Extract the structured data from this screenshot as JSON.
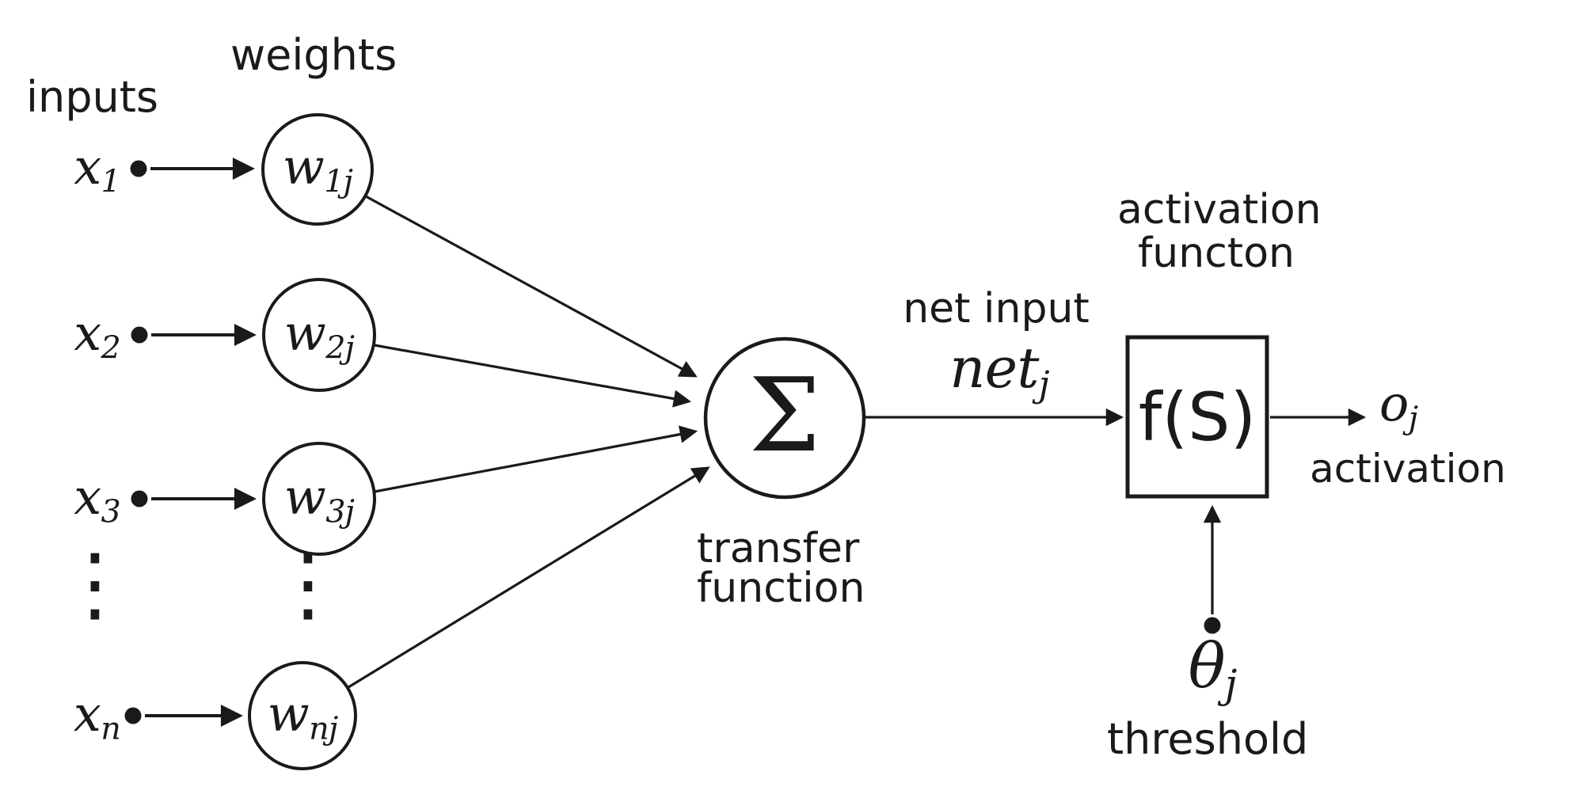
{
  "diagram": {
    "colors": {
      "ink": "#1a1a1a",
      "background": "#ffffff"
    },
    "captions": {
      "weights": "weights",
      "inputs": "inputs",
      "transfer_line1": "transfer",
      "transfer_line2": "function",
      "net_input": "net input",
      "activation_fn_line1": "activation",
      "activation_fn_line2": "functon",
      "output_activation": "activation",
      "threshold": "threshold"
    },
    "input_nodes": [
      {
        "base": "x",
        "sub": "1"
      },
      {
        "base": "x",
        "sub": "2"
      },
      {
        "base": "x",
        "sub": "3"
      },
      {
        "base": "x",
        "sub": "n"
      }
    ],
    "weight_nodes": [
      {
        "base": "w",
        "sub": "1j"
      },
      {
        "base": "w",
        "sub": "2j"
      },
      {
        "base": "w",
        "sub": "3j"
      },
      {
        "base": "w",
        "sub": "nj"
      }
    ],
    "ellipsis": "⋮",
    "summation_symbol": "Σ",
    "net_input_math": {
      "base": "net",
      "sub": "j"
    },
    "activation_box_label": "f(S)",
    "output_math": {
      "base": "o",
      "sub": "j"
    },
    "threshold_math": {
      "base": "θ",
      "sub": "j"
    }
  }
}
